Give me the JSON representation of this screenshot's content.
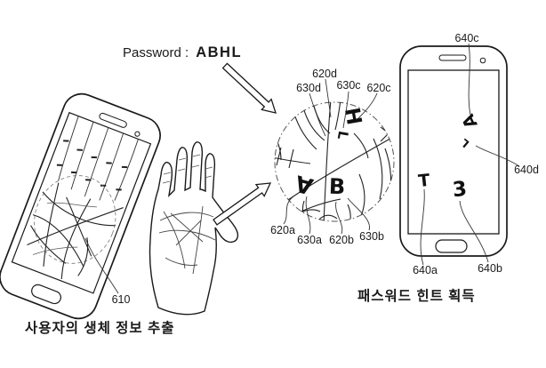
{
  "title": {
    "password_label": "Password :",
    "password_value": "ABHL"
  },
  "captions": {
    "left": "사용자의 생체 정보 추출",
    "right": "패스워드 힌트 획득"
  },
  "refs": {
    "r610": "610",
    "r620a": "620a",
    "r620b": "620b",
    "r620c": "620c",
    "r620d": "620d",
    "r630a": "630a",
    "r630b": "630b",
    "r630c": "630c",
    "r630d": "630d",
    "r640a": "640a",
    "r640b": "640b",
    "r640c": "640c",
    "r640d": "640d"
  },
  "magnifier_letters": {
    "letter_h": "H",
    "letter_l": "L",
    "letter_a": "A",
    "letter_b": "B"
  },
  "hint_phone_glyphs": {
    "glyph_c": "A",
    "glyph_d": "L",
    "glyph_a": "T",
    "glyph_b": "3"
  },
  "colors": {
    "ink": "#1a1a1a",
    "line": "#222222",
    "light_line": "#555555"
  }
}
